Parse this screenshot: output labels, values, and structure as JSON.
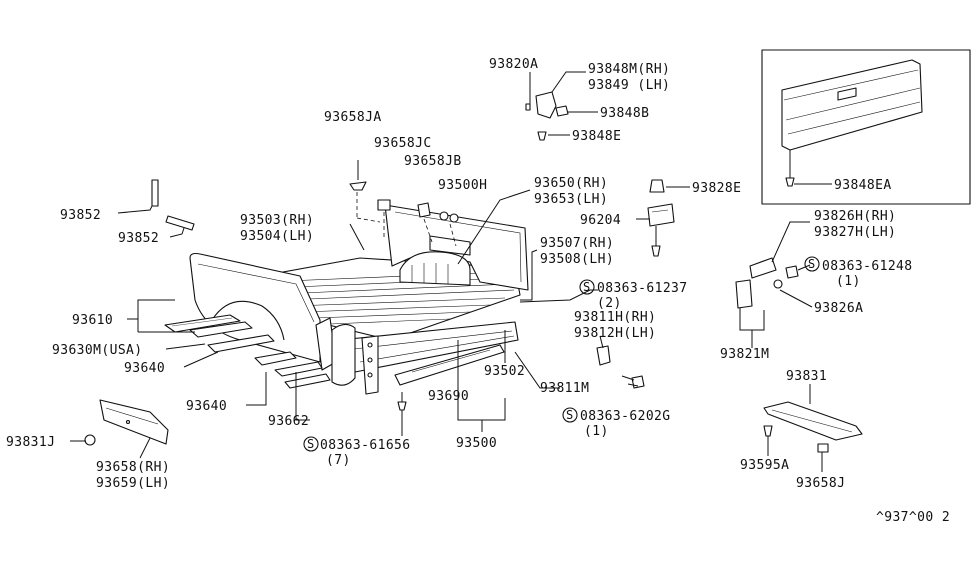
{
  "labels": {
    "p93820A": "93820A",
    "p93848M": "93848M(RH)",
    "p93849": "93849 (LH)",
    "p93848B": "93848B",
    "p93848E": "93848E",
    "p93658JA": "93658JA",
    "p93658JC": "93658JC",
    "p93658JB": "93658JB",
    "p93500H": "93500H",
    "p93650": "93650(RH)",
    "p93653": "93653(LH)",
    "p93828E": "93828E",
    "p96204": "96204",
    "p93848EA": "93848EA",
    "p93852a": "93852",
    "p93852b": "93852",
    "p93503": "93503(RH)",
    "p93504": "93504(LH)",
    "p93507": "93507(RH)",
    "p93508": "93508(LH)",
    "p93826H": "93826H(RH)",
    "p93827H": "93827H(LH)",
    "s61248": "08363-61248",
    "s61248q": "(1)",
    "s61237": "08363-61237",
    "s61237q": "(2)",
    "p93826A": "93826A",
    "p93610": "93610",
    "p93630M": "93630M(USA)",
    "p93640a": "93640",
    "p93640b": "93640",
    "p93662": "93662",
    "p93811H": "93811H(RH)",
    "p93812H": "93812H(LH)",
    "p93821M": "93821M",
    "p93502": "93502",
    "p93811M": "93811M",
    "p93690": "93690",
    "p93831": "93831",
    "s6202G": "08363-6202G",
    "s6202Gq": "(1)",
    "p93500": "93500",
    "p93831J": "93831J",
    "p93658": "93658(RH)",
    "p93659": "93659(LH)",
    "s61656": "08363-61656",
    "s61656q": "(7)",
    "p93595A": "93595A",
    "p93658J": "93658J",
    "footer_code": "^937^00 2"
  },
  "symbols": {
    "screw_prefix": "S"
  },
  "icons": {
    "screw_marker": "circled-s-icon"
  }
}
